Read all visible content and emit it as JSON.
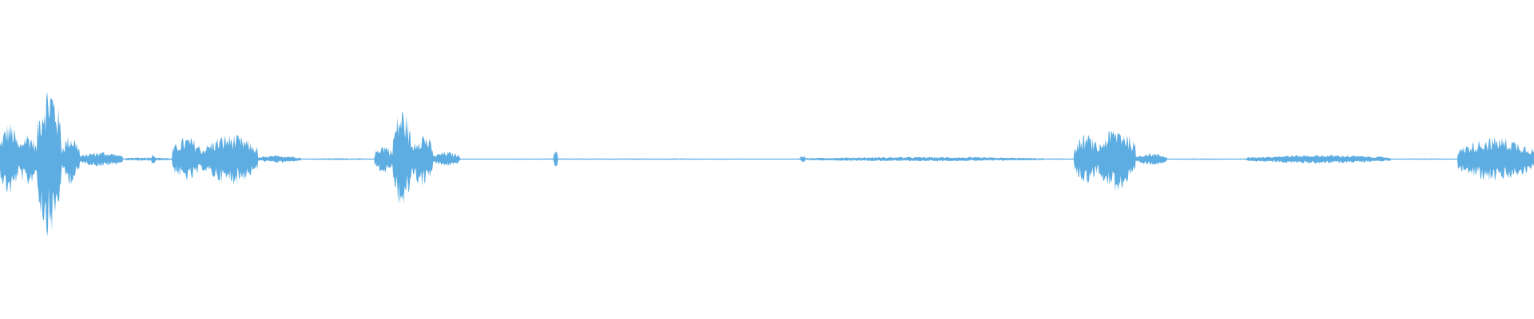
{
  "waveform": {
    "color": "#5dade2",
    "background": "#ffffff",
    "samples": 1920,
    "segments": [
      {
        "start": 0.0,
        "end": 0.012,
        "amp": 0.3
      },
      {
        "start": 0.012,
        "end": 0.024,
        "amp": 0.22
      },
      {
        "start": 0.024,
        "end": 0.04,
        "amp": 0.62
      },
      {
        "start": 0.04,
        "end": 0.052,
        "amp": 0.2
      },
      {
        "start": 0.052,
        "end": 0.08,
        "amp": 0.06
      },
      {
        "start": 0.08,
        "end": 0.112,
        "amp": 0.015
      },
      {
        "start": 0.112,
        "end": 0.132,
        "amp": 0.18
      },
      {
        "start": 0.132,
        "end": 0.168,
        "amp": 0.2
      },
      {
        "start": 0.168,
        "end": 0.196,
        "amp": 0.03
      },
      {
        "start": 0.196,
        "end": 0.244,
        "amp": 0.008
      },
      {
        "start": 0.244,
        "end": 0.256,
        "amp": 0.12
      },
      {
        "start": 0.256,
        "end": 0.268,
        "amp": 0.42
      },
      {
        "start": 0.268,
        "end": 0.282,
        "amp": 0.22
      },
      {
        "start": 0.282,
        "end": 0.3,
        "amp": 0.06
      },
      {
        "start": 0.3,
        "end": 0.52,
        "amp": 0.006
      },
      {
        "start": 0.52,
        "end": 0.68,
        "amp": 0.018
      },
      {
        "start": 0.68,
        "end": 0.7,
        "amp": 0.006
      },
      {
        "start": 0.7,
        "end": 0.716,
        "amp": 0.2
      },
      {
        "start": 0.716,
        "end": 0.74,
        "amp": 0.26
      },
      {
        "start": 0.74,
        "end": 0.76,
        "amp": 0.05
      },
      {
        "start": 0.76,
        "end": 0.812,
        "amp": 0.006
      },
      {
        "start": 0.812,
        "end": 0.906,
        "amp": 0.035
      },
      {
        "start": 0.906,
        "end": 0.95,
        "amp": 0.006
      },
      {
        "start": 0.95,
        "end": 1.0,
        "amp": 0.18
      }
    ],
    "spikes": [
      {
        "pos": 0.1,
        "amp": 0.04
      },
      {
        "pos": 0.362,
        "amp": 0.07
      },
      {
        "pos": 0.523,
        "amp": 0.03
      }
    ]
  }
}
